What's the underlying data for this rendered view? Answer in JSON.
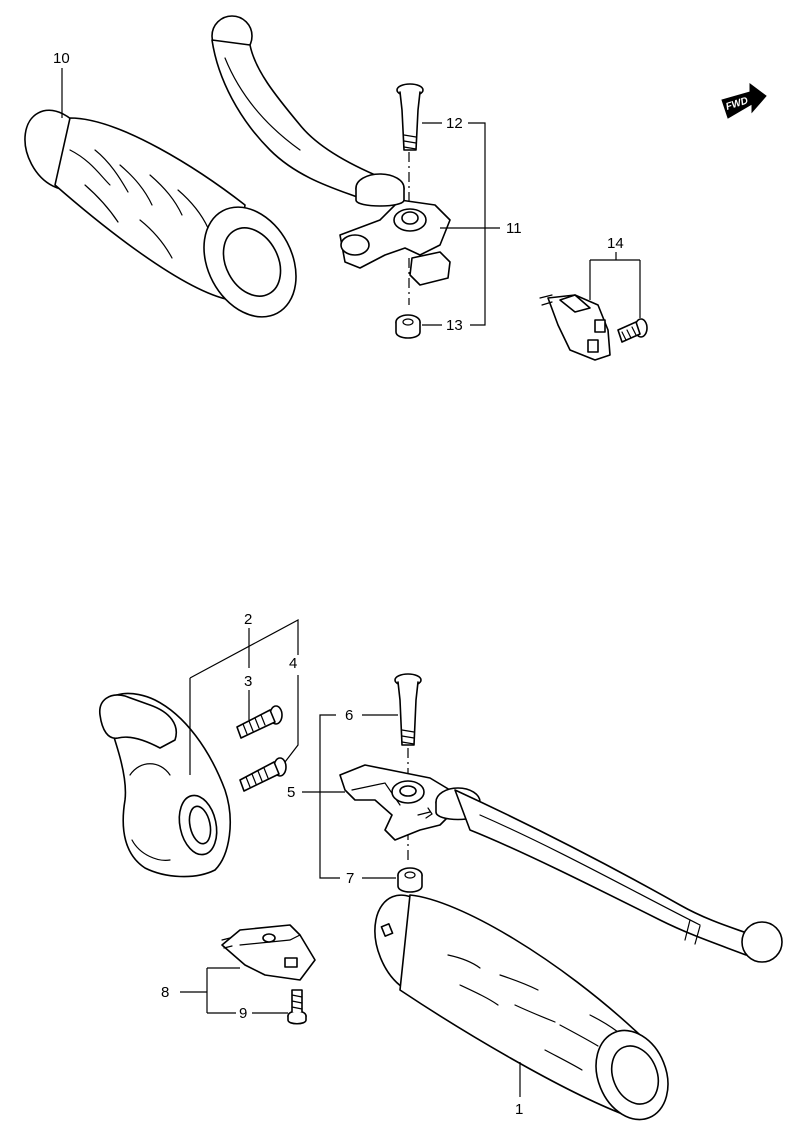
{
  "callouts": {
    "c1": "1",
    "c2": "2",
    "c3": "3",
    "c4": "4",
    "c5": "5",
    "c6": "6",
    "c7": "7",
    "c8": "8",
    "c9": "9",
    "c10": "10",
    "c11": "11",
    "c12": "12",
    "c13": "13",
    "c14": "14"
  },
  "direction_badge": "FWD",
  "colors": {
    "line": "#000000",
    "background": "#ffffff"
  }
}
